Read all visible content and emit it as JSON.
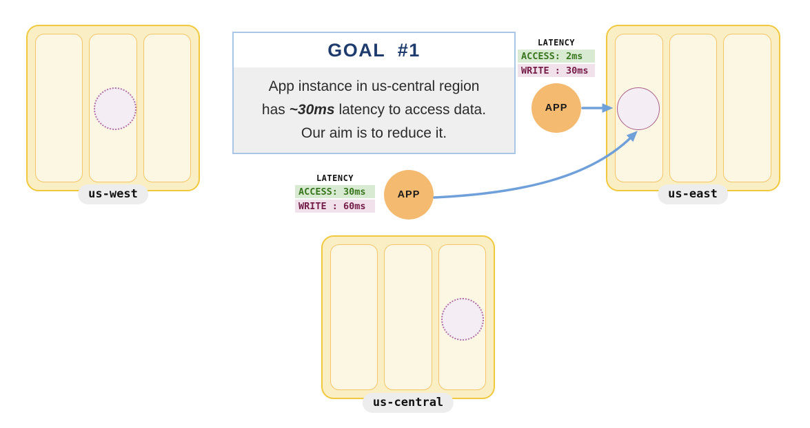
{
  "regions": {
    "us_west": {
      "label": "us-west"
    },
    "us_east": {
      "label": "us-east"
    },
    "us_central": {
      "label": "us-central"
    }
  },
  "goal": {
    "title": "GOAL  #1",
    "line1": "App instance in us-central region",
    "line2_pre": "has ",
    "line2_em": "~30ms",
    "line2_post": " latency to access data.",
    "line3": "Our aim is to reduce it."
  },
  "latency_east": {
    "title": "LATENCY",
    "access": "ACCESS: 2ms",
    "write": "WRITE : 30ms"
  },
  "latency_central": {
    "title": "LATENCY",
    "access": "ACCESS: 30ms",
    "write": "WRITE : 60ms"
  },
  "app_east": {
    "label": "APP"
  },
  "app_central": {
    "label": "APP"
  },
  "colors": {
    "arrow_blue": "#6FA0D9",
    "region_fill": "#FAEFC4",
    "region_border": "#F1C83C",
    "zone_fill": "#FCF7E3",
    "zone_border": "#F4C467",
    "app_orange": "#F4BA70",
    "goal_border": "#A9C6E6",
    "goal_title": "#1E3B6D",
    "goal_body_bg": "#EFEFEF",
    "access_bg": "#D9EAD3",
    "access_text": "#38761D",
    "write_bg": "#F0E1EA",
    "write_text": "#741B47",
    "pill_bg": "#EDEDED",
    "db_fill": "#F4EDF3",
    "db_border": "#A85C87",
    "db_dot": "#B06FA0"
  }
}
